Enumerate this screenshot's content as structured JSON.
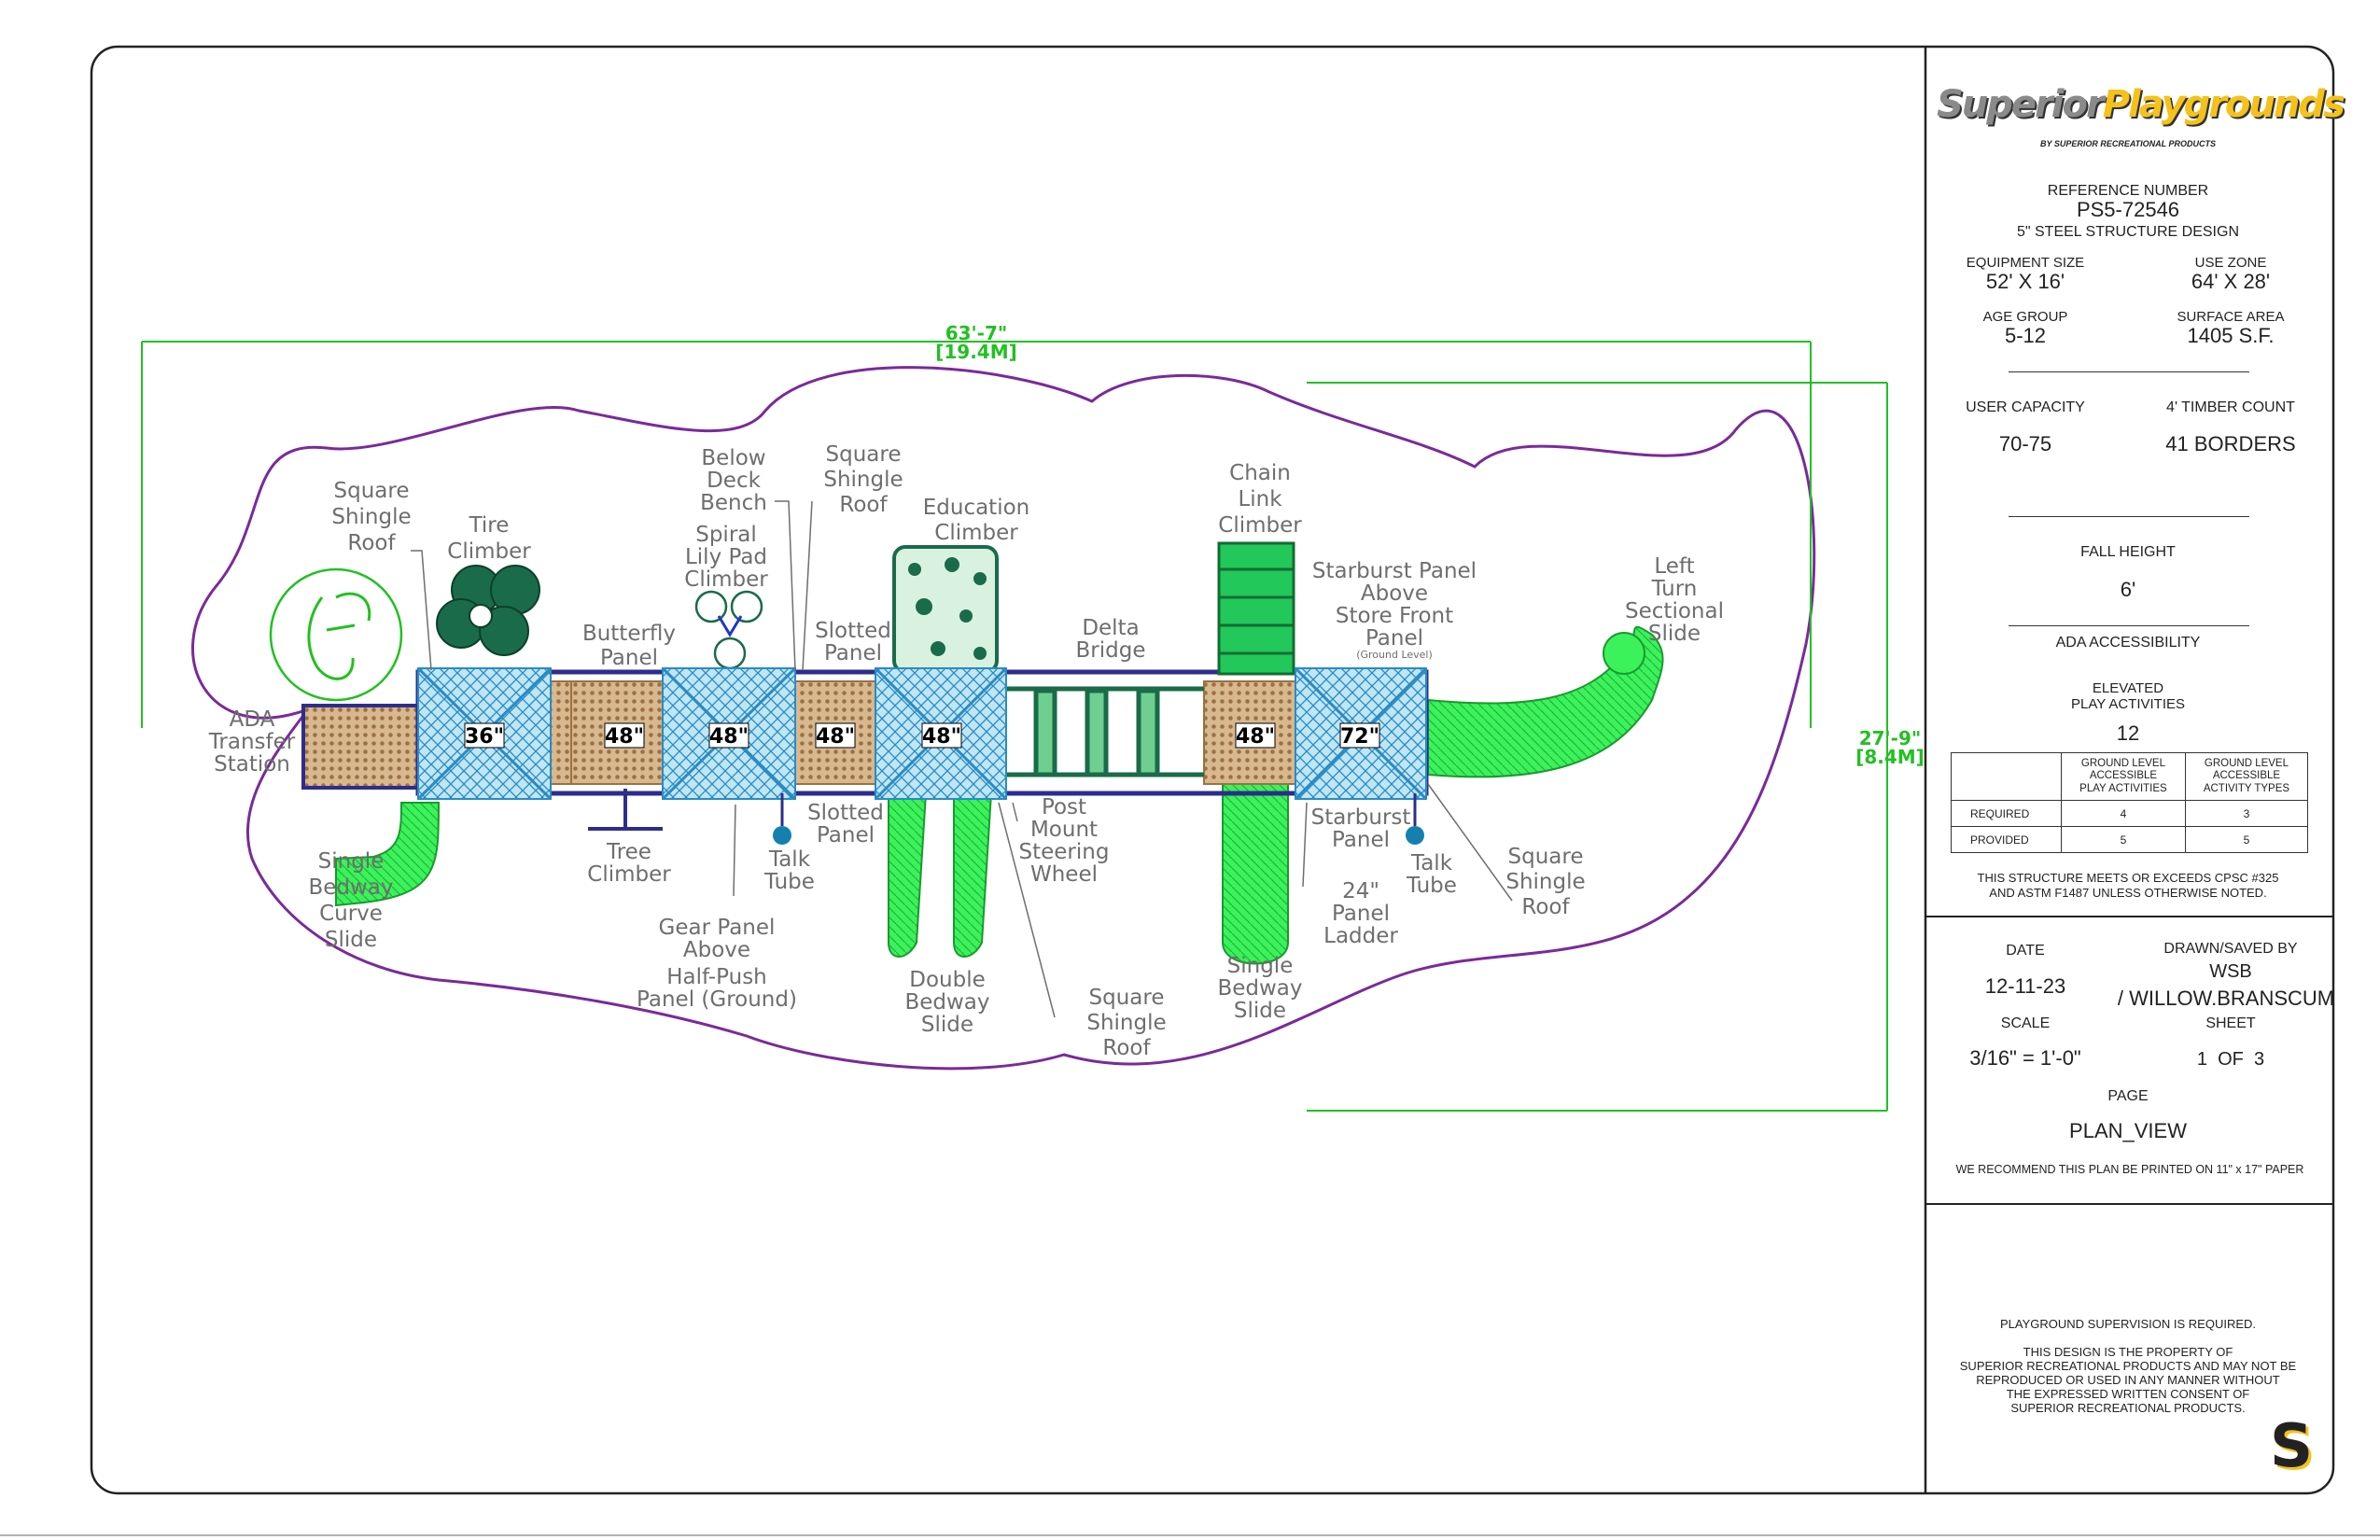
{
  "brand": {
    "name_a": "Superior",
    "name_b": "Playgrounds",
    "tagline": "BY SUPERIOR RECREATIONAL PRODUCTS",
    "mark": "S",
    "colors": {
      "gray": "#8a8a8a",
      "yellow": "#f4c21a"
    }
  },
  "info": {
    "ref_label": "REFERENCE NUMBER",
    "ref_value": "PS5-72546",
    "design": "5\" STEEL STRUCTURE DESIGN",
    "equip_label": "EQUIPMENT SIZE",
    "equip_value": "52' X 16'",
    "use_label": "USE ZONE",
    "use_value": "64' X 28'",
    "age_label": "AGE GROUP",
    "age_value": "5-12",
    "surface_label": "SURFACE AREA",
    "surface_value": "1405 S.F.",
    "capacity_label": "USER CAPACITY",
    "capacity_value": "70-75",
    "timber_label": "4' TIMBER COUNT",
    "timber_value": "41 BORDERS",
    "fall_label": "FALL HEIGHT",
    "fall_value": "6'",
    "ada_label": "ADA ACCESSIBILITY",
    "elev_label_1": "ELEVATED",
    "elev_label_2": "PLAY ACTIVITIES",
    "elev_value": "12",
    "col1_a": "GROUND LEVEL",
    "col1_b": "ACCESSIBLE",
    "col1_c": "PLAY ACTIVITIES",
    "col2_a": "GROUND LEVEL",
    "col2_b": "ACCESSIBLE",
    "col2_c": "ACTIVITY TYPES",
    "row1_label": "REQUIRED",
    "row1_a": "4",
    "row1_b": "3",
    "row2_label": "PROVIDED",
    "row2_a": "5",
    "row2_b": "5",
    "cpsc_1": "THIS STRUCTURE MEETS OR EXCEEDS CPSC #325",
    "cpsc_2": "AND ASTM F1487 UNLESS OTHERWISE NOTED.",
    "date_label": "DATE",
    "date_value": "12-11-23",
    "drawn_label": "DRAWN/SAVED BY",
    "drawn_value_1": "WSB",
    "drawn_value_2": "/ WILLOW.BRANSCUM",
    "scale_label": "SCALE",
    "scale_value": "3/16\" = 1'-0\"",
    "sheet_label": "SHEET",
    "sheet_value": "1  OF  3",
    "page_label": "PAGE",
    "page_value": "PLAN_VIEW",
    "print_note": "WE RECOMMEND THIS PLAN BE PRINTED ON 11\" x 17\" PAPER",
    "supervision": "PLAYGROUND SUPERVISION IS REQUIRED.",
    "prop_1": "THIS DESIGN IS THE PROPERTY OF",
    "prop_2": "SUPERIOR RECREATIONAL PRODUCTS AND MAY NOT BE",
    "prop_3": "REPRODUCED OR USED IN ANY MANNER WITHOUT",
    "prop_4": "THE EXPRESSED WRITTEN CONSENT OF",
    "prop_5": "SUPERIOR RECREATIONAL PRODUCTS."
  },
  "dimensions": {
    "width_ft": "63'-7\"",
    "width_m": "[19.4M]",
    "depth_ft": "27'-9\"",
    "depth_m": "[8.4M]"
  },
  "decks": [
    "36\"",
    "48\"",
    "48\"",
    "48\"",
    "48\"",
    "48\"",
    "72\""
  ],
  "labels": {
    "ada_transfer": [
      "ADA",
      "Transfer",
      "Station"
    ],
    "sq_roof_1": [
      "Square",
      "Shingle",
      "Roof"
    ],
    "tire_climber": [
      "Tire",
      "Climber"
    ],
    "butterfly": [
      "Butterfly",
      "Panel"
    ],
    "below_deck": [
      "Below",
      "Deck",
      "Bench"
    ],
    "spiral": [
      "Spiral",
      "Lily Pad",
      "Climber"
    ],
    "sq_roof_2": [
      "Square",
      "Shingle",
      "Roof"
    ],
    "slotted_1": [
      "Slotted",
      "Panel"
    ],
    "education": [
      "Education",
      "Climber"
    ],
    "delta": [
      "Delta",
      "Bridge"
    ],
    "chain_link": [
      "Chain",
      "Link",
      "Climber"
    ],
    "starburst_above": [
      "Starburst Panel",
      "Above",
      "Store Front",
      "Panel"
    ],
    "ground_level": "(Ground Level)",
    "left_turn": [
      "Left",
      "Turn",
      "Sectional",
      "Slide"
    ],
    "single_curve": [
      "Single",
      "Bedway",
      "Curve",
      "Slide"
    ],
    "tree_climber": [
      "Tree",
      "Climber"
    ],
    "talk_tube_1": [
      "Talk",
      "Tube"
    ],
    "slotted_2": [
      "Slotted",
      "Panel"
    ],
    "gear_panel": [
      "Gear Panel",
      "Above",
      "Half-Push",
      "Panel (Ground)"
    ],
    "post_mount": [
      "Post",
      "Mount",
      "Steering",
      "Wheel"
    ],
    "double_bedway": [
      "Double",
      "Bedway",
      "Slide"
    ],
    "sq_roof_3": [
      "Square",
      "Shingle",
      "Roof"
    ],
    "single_bedway": [
      "Single",
      "Bedway",
      "Slide"
    ],
    "starburst": [
      "Starburst",
      "Panel"
    ],
    "ladder": [
      "24\"",
      "Panel",
      "Ladder"
    ],
    "talk_tube_2": [
      "Talk",
      "Tube"
    ],
    "sq_roof_4": [
      "Square",
      "Shingle",
      "Roof"
    ]
  },
  "colors": {
    "slide": "#22ee44",
    "deck": "#9ad7ee",
    "roof_line": "#2a8bc4",
    "panel": "#c9a172",
    "frame": "#2e2d8c",
    "zone": "#7a2a9a",
    "dim": "#22c022",
    "climber": "#1a6b4a"
  }
}
